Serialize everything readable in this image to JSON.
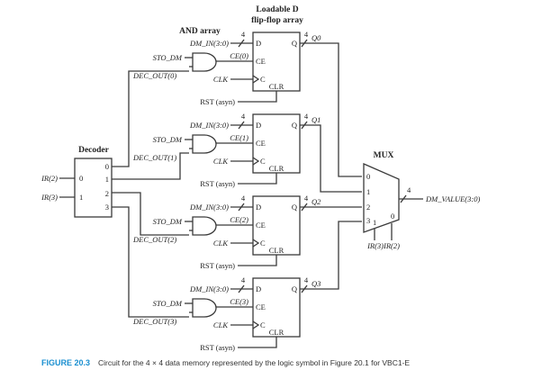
{
  "headings": {
    "flipflop_array_line1": "Loadable D",
    "flipflop_array_line2": "flip-flop array",
    "and_array": "AND array",
    "decoder": "Decoder",
    "mux": "MUX"
  },
  "decoder": {
    "inputs": [
      {
        "signal": "IR(2)",
        "pin": "0"
      },
      {
        "signal": "IR(3)",
        "pin": "1"
      }
    ],
    "outputs": [
      "0",
      "1",
      "2",
      "3"
    ]
  },
  "rows": [
    {
      "sto": "STO_DM",
      "dec_out": "DEC_OUT(0)",
      "din": "DM_IN(3:0)",
      "din_width": "4",
      "ce": "CE(0)",
      "clk": "CLK",
      "rst": "RST (asyn)",
      "q": "Q0",
      "q_width": "4"
    },
    {
      "sto": "STO_DM",
      "dec_out": "DEC_OUT(1)",
      "din": "DM_IN(3:0)",
      "din_width": "4",
      "ce": "CE(1)",
      "clk": "CLK",
      "rst": "RST (asyn)",
      "q": "Q1",
      "q_width": "4"
    },
    {
      "sto": "STO_DM",
      "dec_out": "DEC_OUT(2)",
      "din": "DM_IN(3:0)",
      "din_width": "4",
      "ce": "CE(2)",
      "clk": "CLK",
      "rst": "RST (asyn)",
      "q": "Q2",
      "q_width": "4"
    },
    {
      "sto": "STO_DM",
      "dec_out": "DEC_OUT(3)",
      "din": "DM_IN(3:0)",
      "din_width": "4",
      "ce": "CE(3)",
      "clk": "CLK",
      "rst": "RST (asyn)",
      "q": "Q3",
      "q_width": "4"
    }
  ],
  "flipflop_pins": {
    "d": "D",
    "q": "Q",
    "ce": "CE",
    "c": "C",
    "clr": "CLR"
  },
  "mux": {
    "inputs": [
      "0",
      "1",
      "2",
      "3"
    ],
    "select_pins": [
      "1",
      "0"
    ],
    "select_signals": "IR(3)IR(2)",
    "output": "DM_VALUE(3:0)",
    "output_width": "4"
  },
  "caption": {
    "figure_label": "FIGURE 20.3",
    "text": "Circuit for the 4 × 4 data memory represented by the logic symbol in Figure 20.1 for VBC1-E",
    "label_color": "#1a8fd0"
  }
}
